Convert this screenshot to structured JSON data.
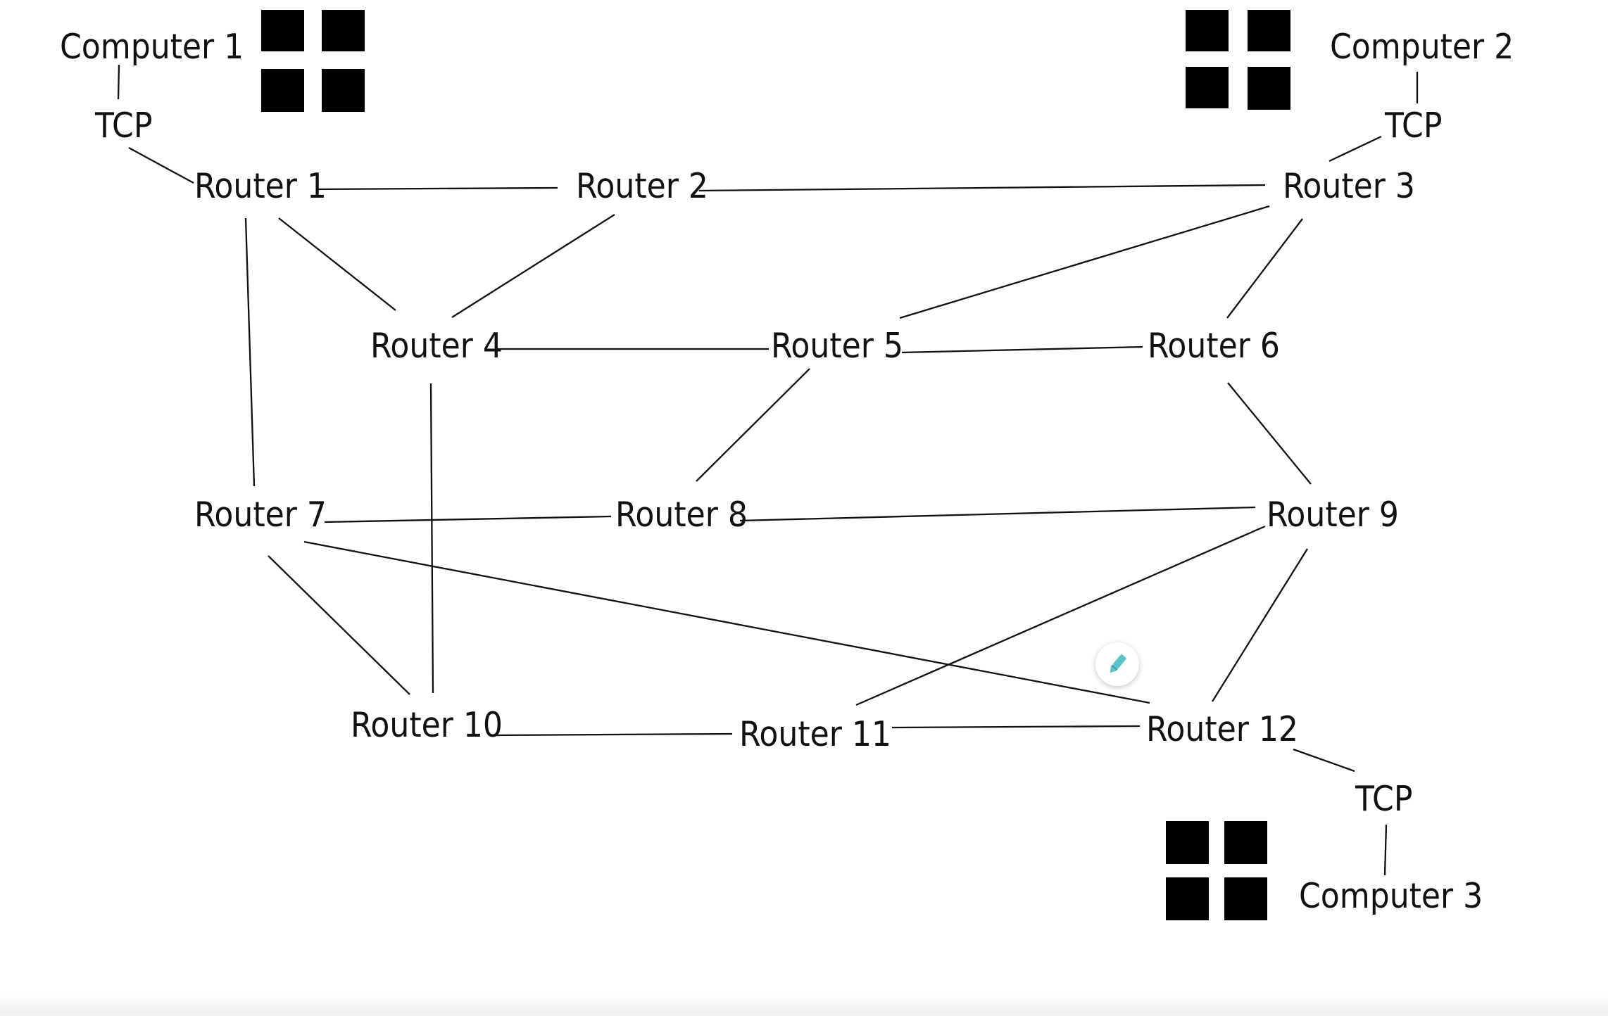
{
  "diagram": {
    "nodes": {
      "computer1": "Computer 1",
      "computer2": "Computer 2",
      "computer3": "Computer 3",
      "tcp1": "TCP",
      "tcp2": "TCP",
      "tcp3": "TCP",
      "router1": "Router 1",
      "router2": "Router 2",
      "router3": "Router 3",
      "router4": "Router 4",
      "router5": "Router 5",
      "router6": "Router 6",
      "router7": "Router 7",
      "router8": "Router 8",
      "router9": "Router 9",
      "router10": "Router 10",
      "router11": "Router 11",
      "router12": "Router 12"
    },
    "edges": [
      [
        "computer1",
        "tcp1"
      ],
      [
        "tcp1",
        "router1"
      ],
      [
        "computer2",
        "tcp2"
      ],
      [
        "tcp2",
        "router3"
      ],
      [
        "router12",
        "tcp3"
      ],
      [
        "tcp3",
        "computer3"
      ],
      [
        "router1",
        "router2"
      ],
      [
        "router2",
        "router3"
      ],
      [
        "router1",
        "router4"
      ],
      [
        "router2",
        "router4"
      ],
      [
        "router1",
        "router7"
      ],
      [
        "router3",
        "router5"
      ],
      [
        "router3",
        "router6"
      ],
      [
        "router4",
        "router5"
      ],
      [
        "router5",
        "router6"
      ],
      [
        "router4",
        "router10"
      ],
      [
        "router5",
        "router8"
      ],
      [
        "router6",
        "router9"
      ],
      [
        "router7",
        "router8"
      ],
      [
        "router8",
        "router9"
      ],
      [
        "router7",
        "router10"
      ],
      [
        "router7",
        "router12"
      ],
      [
        "router9",
        "router11"
      ],
      [
        "router9",
        "router12"
      ],
      [
        "router10",
        "router11"
      ],
      [
        "router11",
        "router12"
      ]
    ],
    "icons": [
      "windows-logo-icon",
      "windows-logo-icon",
      "windows-logo-icon"
    ]
  },
  "toolbar": {
    "edit_icon": "pencil-icon",
    "accent_color": "#5bc4c8"
  }
}
